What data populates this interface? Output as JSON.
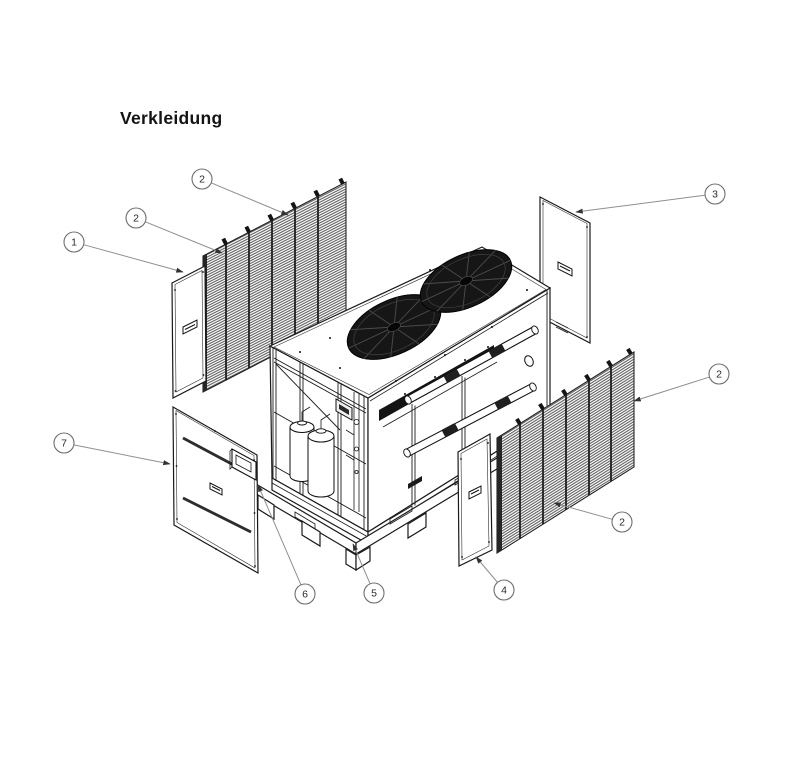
{
  "figure": {
    "title": "Verkleidung",
    "callouts": [
      {
        "id": "1",
        "label": "1"
      },
      {
        "id": "2-back-upper",
        "label": "2"
      },
      {
        "id": "2-back-lower",
        "label": "2"
      },
      {
        "id": "3",
        "label": "3"
      },
      {
        "id": "2-right-upper",
        "label": "2"
      },
      {
        "id": "2-right-lower",
        "label": "2"
      },
      {
        "id": "4",
        "label": "4"
      },
      {
        "id": "5",
        "label": "5"
      },
      {
        "id": "6",
        "label": "6"
      },
      {
        "id": "7",
        "label": "7"
      }
    ]
  },
  "colors": {
    "line": "#1a1a1a",
    "leader": "#8f8f8f",
    "mesh": "#3f3f3f",
    "fan": "#141414",
    "background": "#ffffff"
  }
}
